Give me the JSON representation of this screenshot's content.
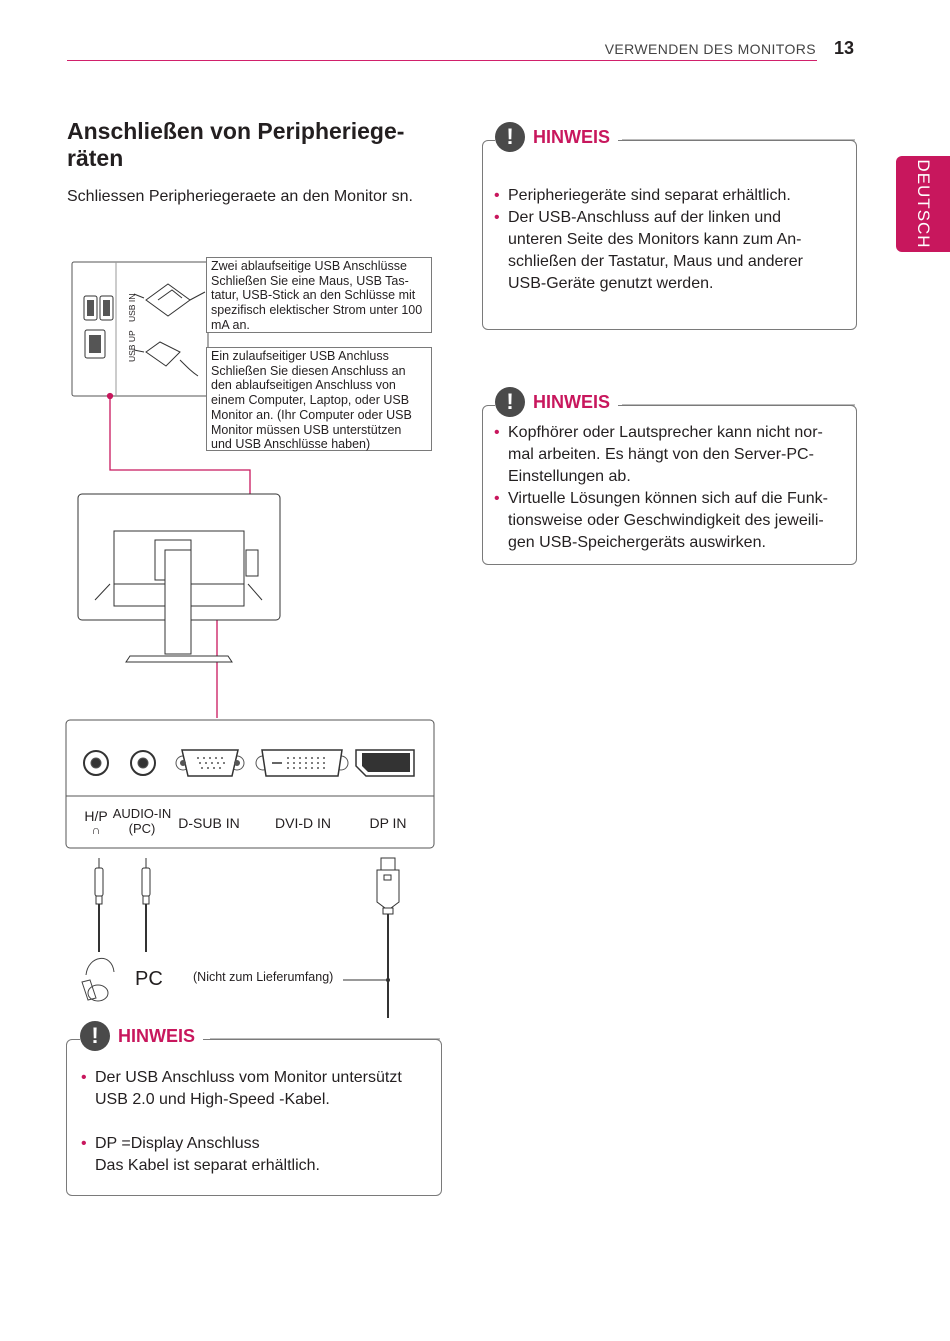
{
  "header": {
    "section": "VERWENDEN DES MONITORS",
    "page_number": "13",
    "language_tab": "DEUTSCH"
  },
  "title": "Anschließen von Peripheriege-räten",
  "title_line1": "Anschließen von Peripheriege-",
  "title_line2": "räten",
  "intro": "Schliessen Peripheriegeraete an den Monitor sn.",
  "usb_panel": {
    "usb_in_label": "USB IN",
    "usb_up_label": "USB UP"
  },
  "callouts": {
    "downstream": [
      "Zwei ablaufseitige USB Anschlüsse",
      "Schließen Sie eine Maus, USB Tas-",
      "tatur, USB-Stick an den Schlüsse mit",
      "spezifisch elektischer Strom unter 100",
      "mA an."
    ],
    "upstream": [
      "Ein zulaufseitiger USB Anchluss",
      "Schließen Sie diesen Anschluss an",
      "den ablaufseitigen Anschluss von",
      "einem Computer, Laptop, oder USB",
      "Monitor an. (Ihr Computer oder USB",
      "Monitor müssen USB unterstützen",
      "und USB Anschlüsse haben)"
    ]
  },
  "ports": {
    "hp": "H/P",
    "hp_icon": "headphone-icon",
    "audio_in_line1": "AUDIO-IN",
    "audio_in_line2": "(PC)",
    "dsub": "D-SUB IN",
    "dvid": "DVI-D IN",
    "dp": "DP IN"
  },
  "cables": {
    "pc": "PC",
    "not_included": "(Nicht zum Lieferumfang)"
  },
  "notes": [
    {
      "heading": "HINWEIS",
      "items": [
        [
          "Peripheriegeräte sind separat erhältlich."
        ],
        [
          "Der USB-Anschluss auf der linken und",
          "unteren Seite des Monitors kann zum An-",
          "schließen der Tastatur, Maus und anderer",
          "USB-Geräte genutzt werden."
        ]
      ]
    },
    {
      "heading": "HINWEIS",
      "items": [
        [
          "Kopfhörer oder Lautsprecher kann nicht nor-",
          "mal arbeiten. Es hängt von den Server-PC-",
          "Einstellungen ab."
        ],
        [
          "Virtuelle Lösungen können sich auf die Funk-",
          "tionsweise oder Geschwindigkeit des jeweili-",
          "gen USB-Speichergeräts auswirken."
        ]
      ]
    },
    {
      "heading": "HINWEIS",
      "items": [
        [
          "Der USB Anschluss vom Monitor untersützt",
          "USB 2.0 und High-Speed -Kabel."
        ],
        [
          "DP =Display Anschluss",
          "Das Kabel ist separat erhältlich."
        ]
      ]
    }
  ],
  "colors": {
    "accent": "#c8175d",
    "text": "#231f20",
    "border": "#7a7a7a"
  }
}
